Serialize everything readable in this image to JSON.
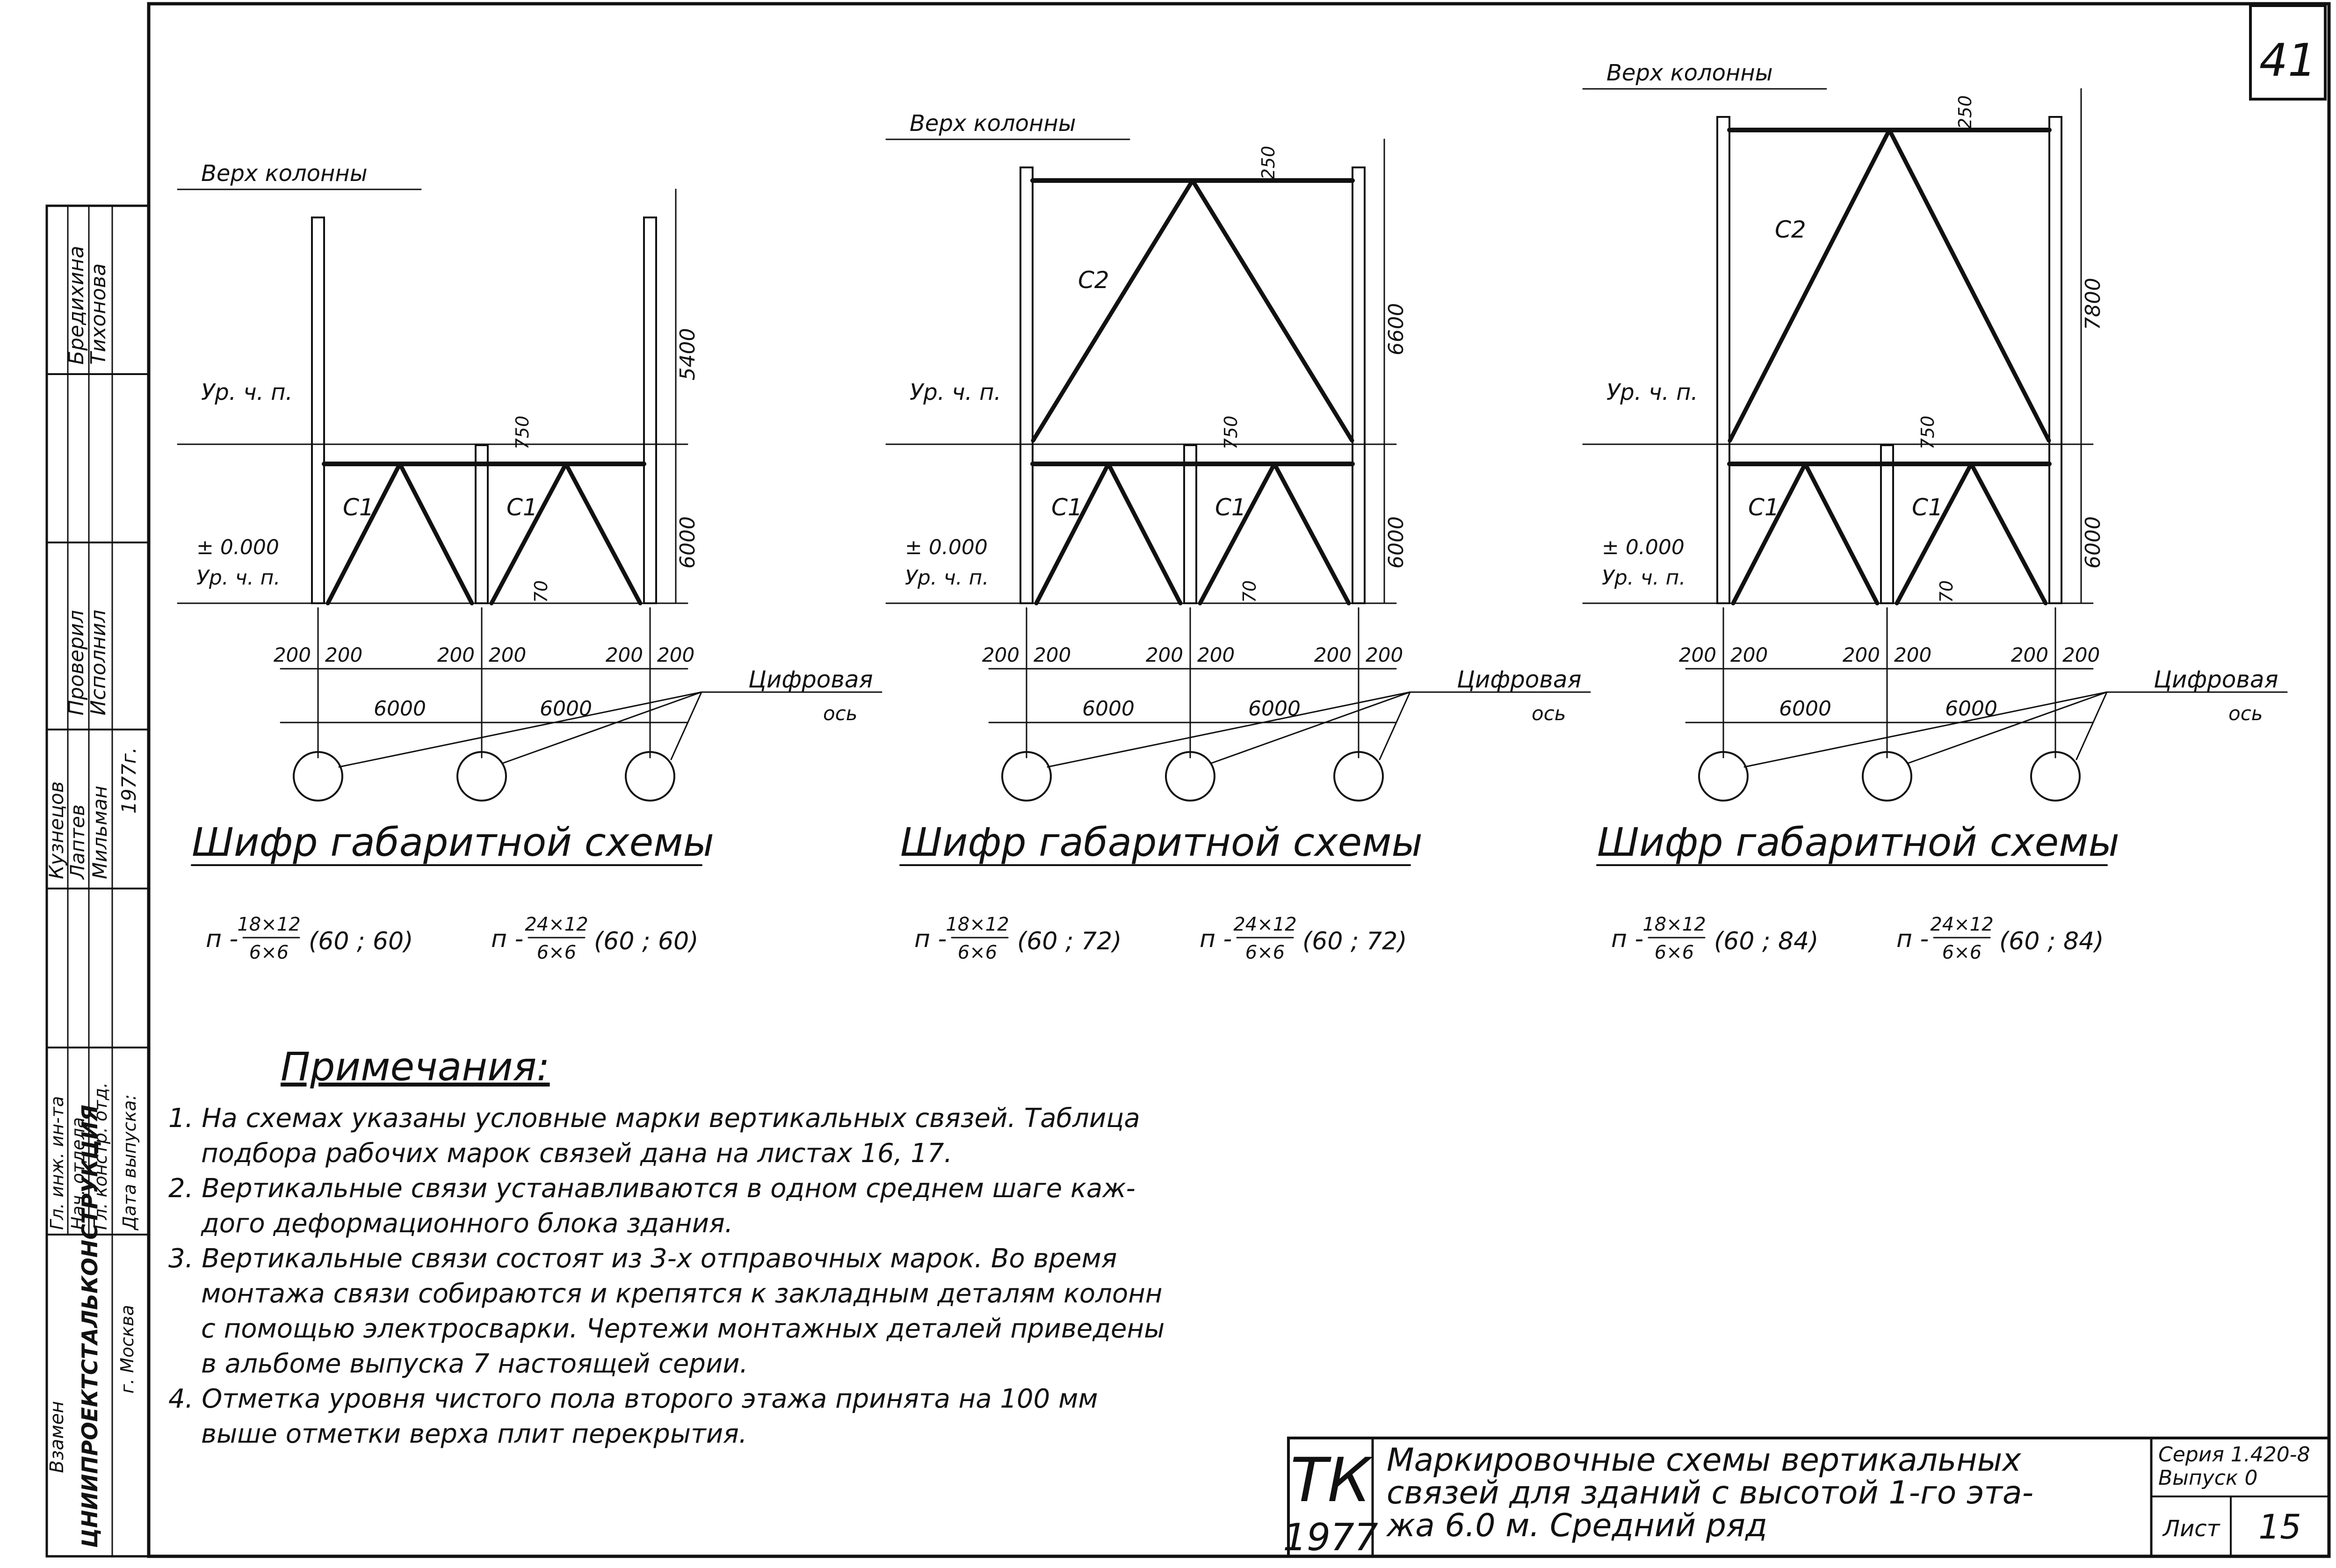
{
  "sheet": {
    "page_number": "41",
    "list_label": "Лист",
    "list_number": "15"
  },
  "side_stamp": {
    "roles": [
      "Гл. инж. ин-та",
      "Нач. отдела",
      "Гл. констр. отд.",
      "Дата выпуска:"
    ],
    "names": [
      "Кузнецов",
      "Лаптев",
      "Мильман",
      "1977г."
    ],
    "checked": [
      "Проверил",
      "Исполнил"
    ],
    "checked_names": [
      "Бредихина",
      "Тихонова"
    ],
    "org": "ЦНИИПРОЕКТСТАЛЬКОНСТРУКЦИЯ",
    "city": "г. Москва",
    "replaces": "Взамен"
  },
  "common": {
    "top_label": "Верх колонны",
    "floor_label": "Ур. ч. п.",
    "zero_label": "± 0.000",
    "axis_label_1": "Цифровая",
    "axis_label_2": "ось",
    "cipher_title": "Шифр габаритной схемы",
    "brace_c1": "С1",
    "brace_c2": "С2",
    "offset": "200",
    "span": "6000",
    "dim_70": "70",
    "dim_750": "750",
    "dim_250": "250"
  },
  "schemes": [
    {
      "first_storey": "6000",
      "upper": "5400",
      "cipher_a": {
        "prefix": "п -",
        "num": "18×12",
        "den": "6×6",
        "param": "(60 ; 60)"
      },
      "cipher_b": {
        "prefix": "п -",
        "num": "24×12",
        "den": "6×6",
        "param": "(60 ; 60)"
      }
    },
    {
      "first_storey": "6000",
      "upper": "6600",
      "cipher_a": {
        "prefix": "п -",
        "num": "18×12",
        "den": "6×6",
        "param": "(60 ; 72)"
      },
      "cipher_b": {
        "prefix": "п -",
        "num": "24×12",
        "den": "6×6",
        "param": "(60 ; 72)"
      }
    },
    {
      "first_storey": "6000",
      "upper": "7800",
      "cipher_a": {
        "prefix": "п -",
        "num": "18×12",
        "den": "6×6",
        "param": "(60 ; 84)"
      },
      "cipher_b": {
        "prefix": "п -",
        "num": "24×12",
        "den": "6×6",
        "param": "(60 ; 84)"
      }
    }
  ],
  "notes": {
    "title": "Примечания:",
    "lines": [
      "1. На схемах указаны условные марки вертикальных связей. Таблица",
      "подбора рабочих марок связей дана на листах 16, 17.",
      "2. Вертикальные связи устанавливаются в одном среднем шаге каж-",
      "дого деформационного блока здания.",
      "3. Вертикальные связи состоят из 3-х отправочных марок. Во время",
      "монтажа связи собираются и крепятся к закладным деталям колонн",
      "с помощью электросварки. Чертежи монтажных деталей приведены",
      "в альбоме выпуска 7 настоящей серии.",
      "4. Отметка уровня чистого пола второго этажа принята на 100 мм",
      "выше отметки верха плит перекрытия."
    ]
  },
  "title_block": {
    "logo_top": "ТК",
    "logo_year": "1977",
    "title_lines": [
      "Маркировочные схемы вертикальных",
      "связей для зданий с высотой 1-го эта-",
      "жа 6.0 м. Средний ряд"
    ],
    "series": "Серия 1.420-8",
    "issue": "Выпуск 0"
  }
}
